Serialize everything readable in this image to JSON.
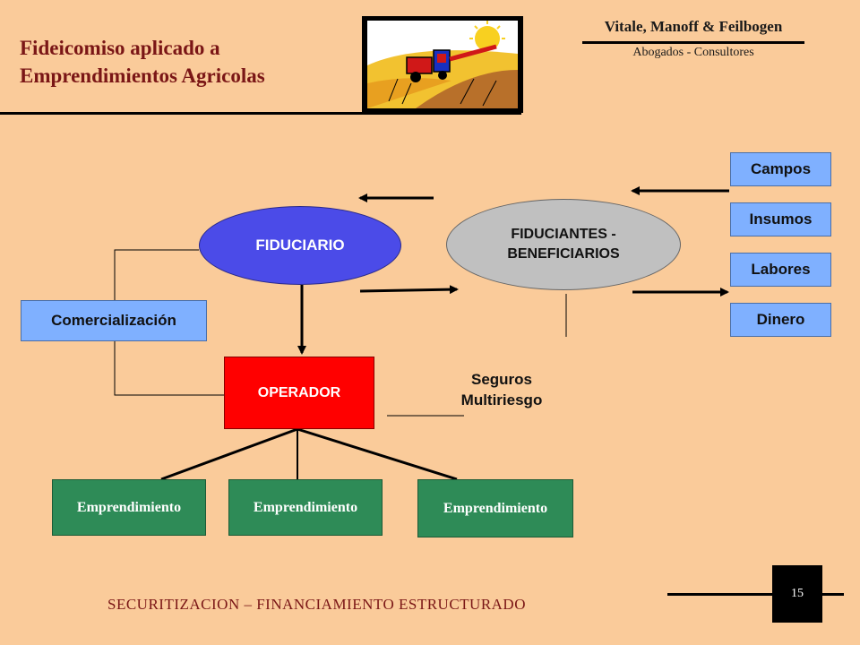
{
  "header": {
    "title_line1": "Fideicomiso aplicado a",
    "title_line2": "Emprendimientos Agricolas",
    "firm_name": "Vitale, Manoff & Feilbogen",
    "firm_subtitle": "Abogados - Consultores",
    "image_icon": "harvester-field-icon"
  },
  "diagram": {
    "fiduciario": "FIDUCIARIO",
    "fiduciantes_line1": "FIDUCIANTES -",
    "fiduciantes_line2": "BENEFICIARIOS",
    "operador": "OPERADOR",
    "comercializacion": "Comercialización",
    "seguros_line1": "Seguros",
    "seguros_line2": "Multiriesgo",
    "aportes": [
      "Campos",
      "Insumos",
      "Labores",
      "Dinero"
    ],
    "emprendimientos": [
      "Emprendimiento",
      "Emprendimiento",
      "Emprendimiento"
    ]
  },
  "footer": {
    "text": "SECURITIZACION – FINANCIAMIENTO ESTRUCTURADO",
    "page_number": "15"
  },
  "colors": {
    "background": "#FACB9A",
    "title": "#7A1616",
    "blue_box": "#7FB0FF",
    "fiduciario": "#4B4BE8",
    "fiduciantes": "#C0C0C0",
    "operador": "#FF0000",
    "emprendimiento": "#2E8B57"
  }
}
